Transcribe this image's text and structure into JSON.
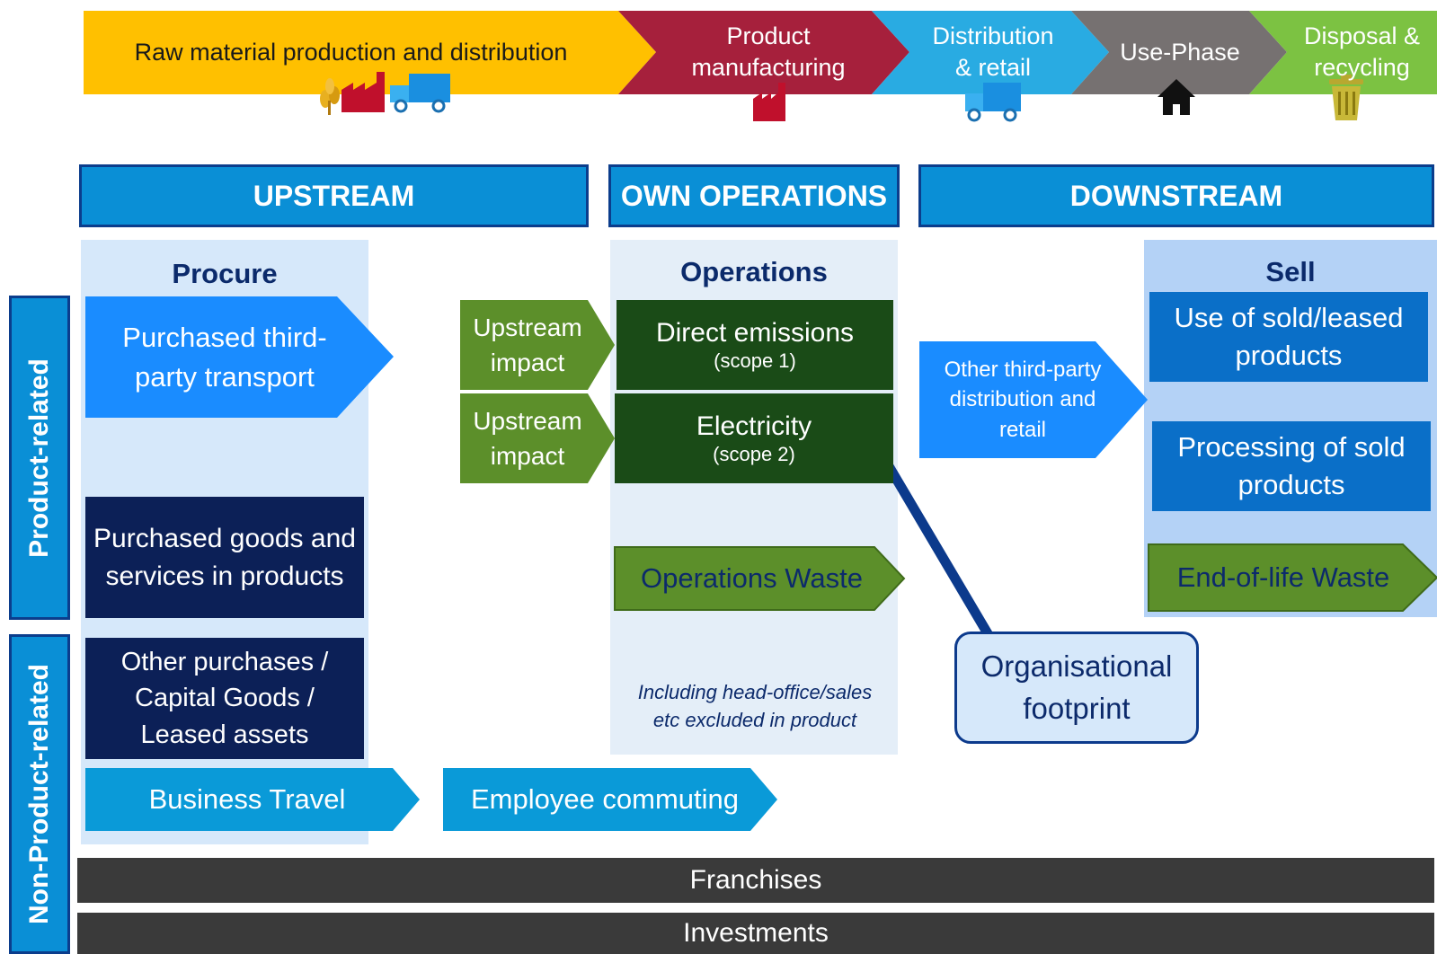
{
  "chain": {
    "stage1": "Raw material production and distribution",
    "stage2": "Product\nmanufacturing",
    "stage3": "Distribution\n& retail",
    "stage4": "Use-Phase",
    "stage5": "Disposal &\nrecycling"
  },
  "headers": {
    "upstream": "UPSTREAM",
    "own": "OWN OPERATIONS",
    "downstream": "DOWNSTREAM"
  },
  "side": {
    "product": "Product-related",
    "nonproduct": "Non-Product-related"
  },
  "procure": {
    "title": "Procure",
    "transport": "Purchased third-\nparty transport",
    "goods": "Purchased goods and\nservices in products",
    "other": "Other purchases /\nCapital Goods /\nLeased assets",
    "travel": "Business Travel"
  },
  "upstream_impact": {
    "a": "Upstream\nimpact",
    "b": "Upstream\nimpact"
  },
  "commuting": "Employee commuting",
  "operations": {
    "title": "Operations",
    "direct": "Direct emissions",
    "direct_scope": "(scope 1)",
    "electricity": "Electricity",
    "electricity_scope": "(scope 2)",
    "waste": "Operations Waste",
    "note": "Including head-office/sales\netc excluded in product"
  },
  "third_party": "Other third-party\ndistribution and\nretail",
  "sell": {
    "title": "Sell",
    "use": "Use of sold/leased\nproducts",
    "processing": "Processing of sold\nproducts",
    "eol": "End-of-life Waste"
  },
  "org_footprint": "Organisational\nfootprint",
  "bars": {
    "franchises": "Franchises",
    "investments": "Investments"
  },
  "colors": {
    "yellow": "#ffc000",
    "crimson": "#a6203c",
    "lightblue": "#29abe2",
    "grey": "#767171",
    "green": "#7cc242",
    "hdrblue": "#0a8fd6",
    "navy": "#0c2057",
    "darkgreen": "#1a4b17",
    "olive": "#5c8f2a",
    "arrowblue": "#1a8cff"
  }
}
